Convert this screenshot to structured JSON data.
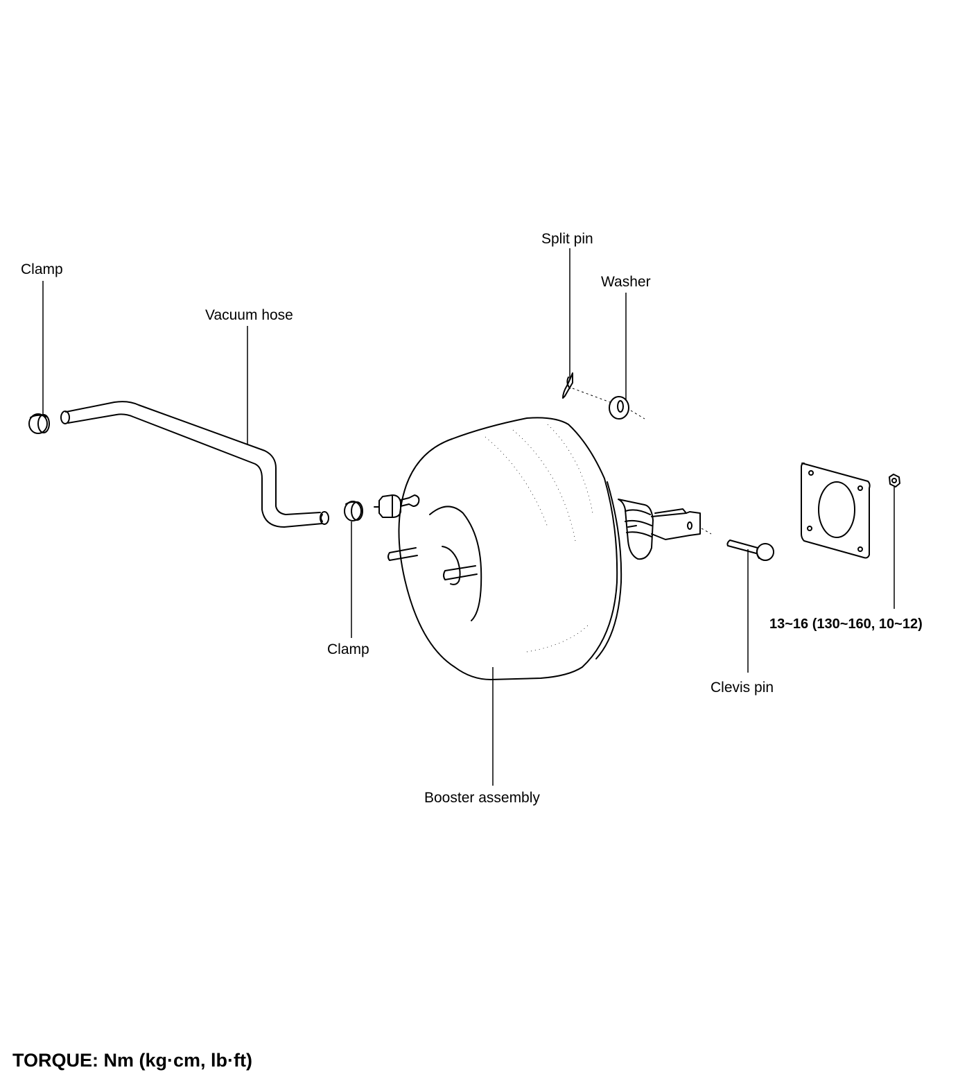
{
  "labels": {
    "clamp_left": "Clamp",
    "vacuum_hose": "Vacuum hose",
    "split_pin": "Split pin",
    "washer": "Washer",
    "clamp_center": "Clamp",
    "booster_assembly": "Booster assembly",
    "clevis_pin": "Clevis pin",
    "nut_torque": "13~16 (130~160, 10~12)"
  },
  "legend": {
    "torque": "TORQUE: Nm (kg·cm, lb·ft)"
  },
  "colors": {
    "line": "#000000",
    "background": "#ffffff"
  }
}
